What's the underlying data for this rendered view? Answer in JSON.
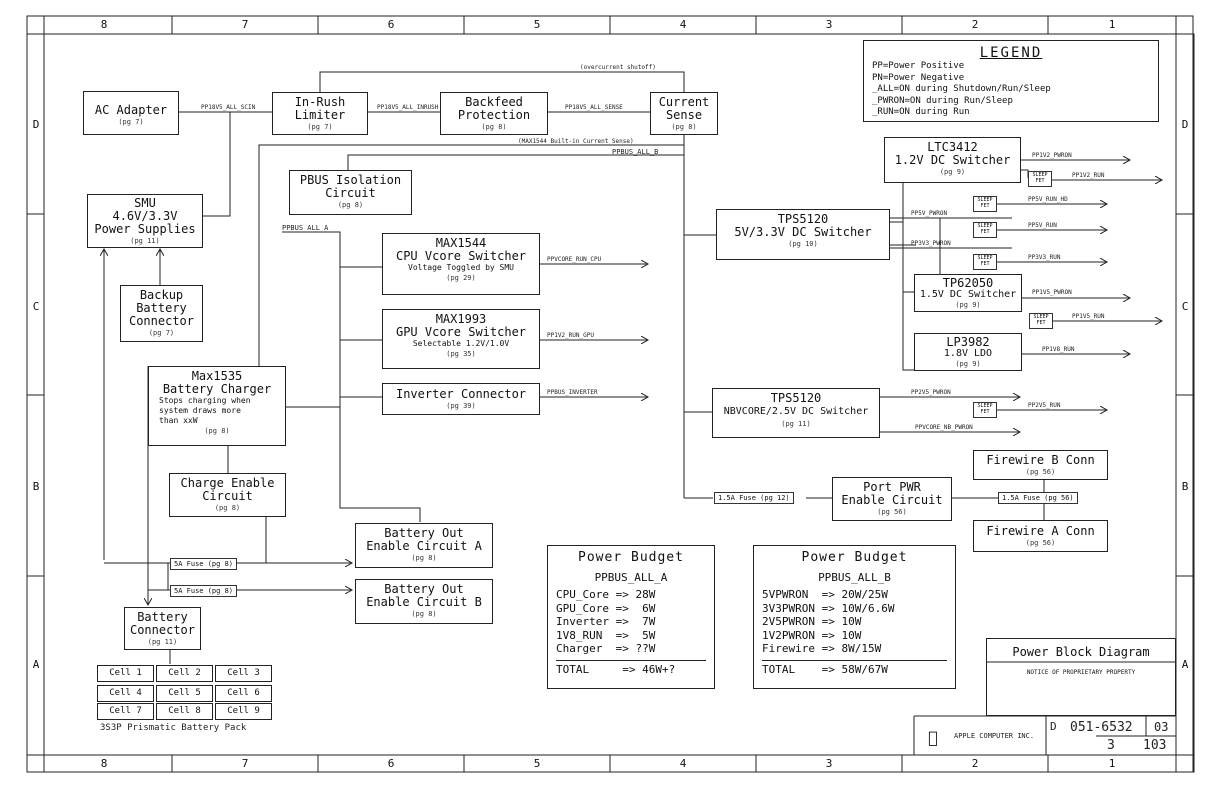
{
  "columns": [
    "8",
    "7",
    "6",
    "5",
    "4",
    "3",
    "2",
    "1"
  ],
  "rows": [
    "D",
    "C",
    "B",
    "A"
  ],
  "legend": {
    "title": "LEGEND",
    "items": [
      "PP=Power Positive",
      "PN=Power Negative",
      "_ALL=ON during Shutdown/Run/Sleep",
      "_PWRON=ON during Run/Sleep",
      "_RUN=ON during Run"
    ]
  },
  "blocks": {
    "ac_adapter": {
      "title": "AC Adapter",
      "page": "(pg 7)"
    },
    "inrush": {
      "title1": "In-Rush",
      "title2": "Limiter",
      "page": "(pg 7)"
    },
    "backfeed": {
      "title1": "Backfeed",
      "title2": "Protection",
      "page": "(pg 8)"
    },
    "current_sense": {
      "title1": "Current",
      "title2": "Sense",
      "page": "(pg 8)"
    },
    "smu": {
      "title1": "SMU",
      "title2": "4.6V/3.3V",
      "title3": "Power Supplies",
      "page": "(pg 11)"
    },
    "pbus_iso": {
      "title1": "PBUS Isolation",
      "title2": "Circuit",
      "page": "(pg 8)"
    },
    "max1544": {
      "title1": "MAX1544",
      "title2": "CPU Vcore Switcher",
      "desc": "Voltage Toggled by SMU",
      "page": "(pg 29)"
    },
    "max1993": {
      "title1": "MAX1993",
      "title2": "GPU Vcore Switcher",
      "desc": "Selectable 1.2V/1.0V",
      "page": "(pg 35)"
    },
    "inverter": {
      "title": "Inverter Connector",
      "page": "(pg 39)"
    },
    "backup_batt": {
      "title1": "Backup",
      "title2": "Battery",
      "title3": "Connector",
      "page": "(pg 7)"
    },
    "max1535": {
      "title1": "Max1535",
      "title2": "Battery Charger",
      "desc1": "Stops charging when",
      "desc2": "system draws more",
      "desc3": "than xxW",
      "page": "(pg 8)"
    },
    "charge_enable": {
      "title1": "Charge Enable",
      "title2": "Circuit",
      "page": "(pg 8)"
    },
    "batt_out_a": {
      "title1": "Battery Out",
      "title2": "Enable Circuit A",
      "page": "(pg 8)"
    },
    "batt_out_b": {
      "title1": "Battery Out",
      "title2": "Enable Circuit B",
      "page": "(pg 8)"
    },
    "batt_conn": {
      "title1": "Battery",
      "title2": "Connector",
      "page": "(pg 11)"
    },
    "ltc3412": {
      "title1": "LTC3412",
      "title2": "1.2V DC Switcher",
      "page": "(pg 9)"
    },
    "tps5120a": {
      "title1": "TPS5120",
      "title2": "5V/3.3V DC Switcher",
      "page": "(pg 10)"
    },
    "tp62050": {
      "title1": "TP62050",
      "title2": "1.5V DC Switcher",
      "page": "(pg 9)"
    },
    "lp3982": {
      "title1": "LP3982",
      "title2": "1.8V LDO",
      "page": "(pg 9)"
    },
    "tps5120b": {
      "title1": "TPS5120",
      "title2": "NBVCORE/2.5V DC Switcher",
      "page": "(pg 11)"
    },
    "port_pwr": {
      "title1": "Port PWR",
      "title2": "Enable Circuit",
      "page": "(pg 56)"
    },
    "fw_b": {
      "title": "Firewire B Conn",
      "page": "(pg 56)"
    },
    "fw_a": {
      "title": "Firewire A Conn",
      "page": "(pg 56)"
    }
  },
  "nets": {
    "pp18v5_all_scin": "PP18V5_ALL_SCIN",
    "pp18v5_all_inrush": "PP18V5_ALL_INRUSH",
    "pp18v5_all_sense": "PP18V5_ALL_SENSE",
    "overcurrent": "(overcurrent shutoff)",
    "max1544_sense": "(MAX1544 Built-in Current Sense)",
    "ppbus_all_b": "PPBUS_ALL_B",
    "ppbus_all_a": "PPBUS_ALL_A",
    "ppvcore_run_cpu": "PPVCORE_RUN_CPU",
    "pp1v2_run_gpu": "PP1V2_RUN_GPU",
    "ppbus_inverter": "PPBUS_INVERTER",
    "pp1v2_pwron": "PP1V2_PWRON",
    "pp1v2_run": "PP1V2_RUN",
    "pp5v_pwron": "PP5V_PWRON",
    "pp5v_run_hd": "PP5V_RUN_HD",
    "pp5v_run": "PP5V_RUN",
    "pp3v3_pwron": "PP3V3_PWRON",
    "pp3v3_run": "PP3V3_RUN",
    "pp1v5_pwron": "PP1V5_PWRON",
    "pp1v5_run": "PP1V5_RUN",
    "pp1v8_run": "PP1V8_RUN",
    "pp2v5_pwron": "PP2V5_PWRON",
    "pp2v5_run": "PP2V5_RUN",
    "ppvcore_nb_pwron": "PPVCORE_NB_PWRON"
  },
  "fet": {
    "line1": "SLEEP",
    "line2": "FET"
  },
  "fuses": {
    "fuse_5a": "5A Fuse (pg 8)",
    "fuse_1p5a_12": "1.5A Fuse (pg 12)",
    "fuse_1p5a_56": "1.5A Fuse (pg 56)"
  },
  "cells": [
    "Cell 1",
    "Cell 2",
    "Cell 3",
    "Cell 4",
    "Cell 5",
    "Cell 6",
    "Cell 7",
    "Cell 8",
    "Cell 9"
  ],
  "battery_pack": "3S3P Prismatic Battery Pack",
  "budget_a": {
    "title": "Power Budget",
    "subtitle": "PPBUS_ALL_A",
    "lines": [
      "CPU_Core => 28W",
      "GPU_Core =>  6W",
      "Inverter =>  7W",
      "1V8_RUN  =>  5W",
      "Charger  => ??W"
    ],
    "total": "TOTAL     => 46W+?"
  },
  "budget_b": {
    "title": "Power Budget",
    "subtitle": "PPBUS_ALL_B",
    "lines": [
      "5VPWRON  => 20W/25W",
      "3V3PWRON => 10W/6.6W",
      "2V5PWRON => 10W",
      "1V2PWRON => 10W",
      "Firewire => 8W/15W"
    ],
    "total": "TOTAL    => 58W/67W"
  },
  "title_block": {
    "title": "Power Block Diagram",
    "notice": "NOTICE OF PROPRIETARY PROPERTY",
    "company": "APPLE COMPUTER INC.",
    "size": "D",
    "drawing_number": "051-6532",
    "revision": "03",
    "sheet": "3",
    "of": "103"
  }
}
